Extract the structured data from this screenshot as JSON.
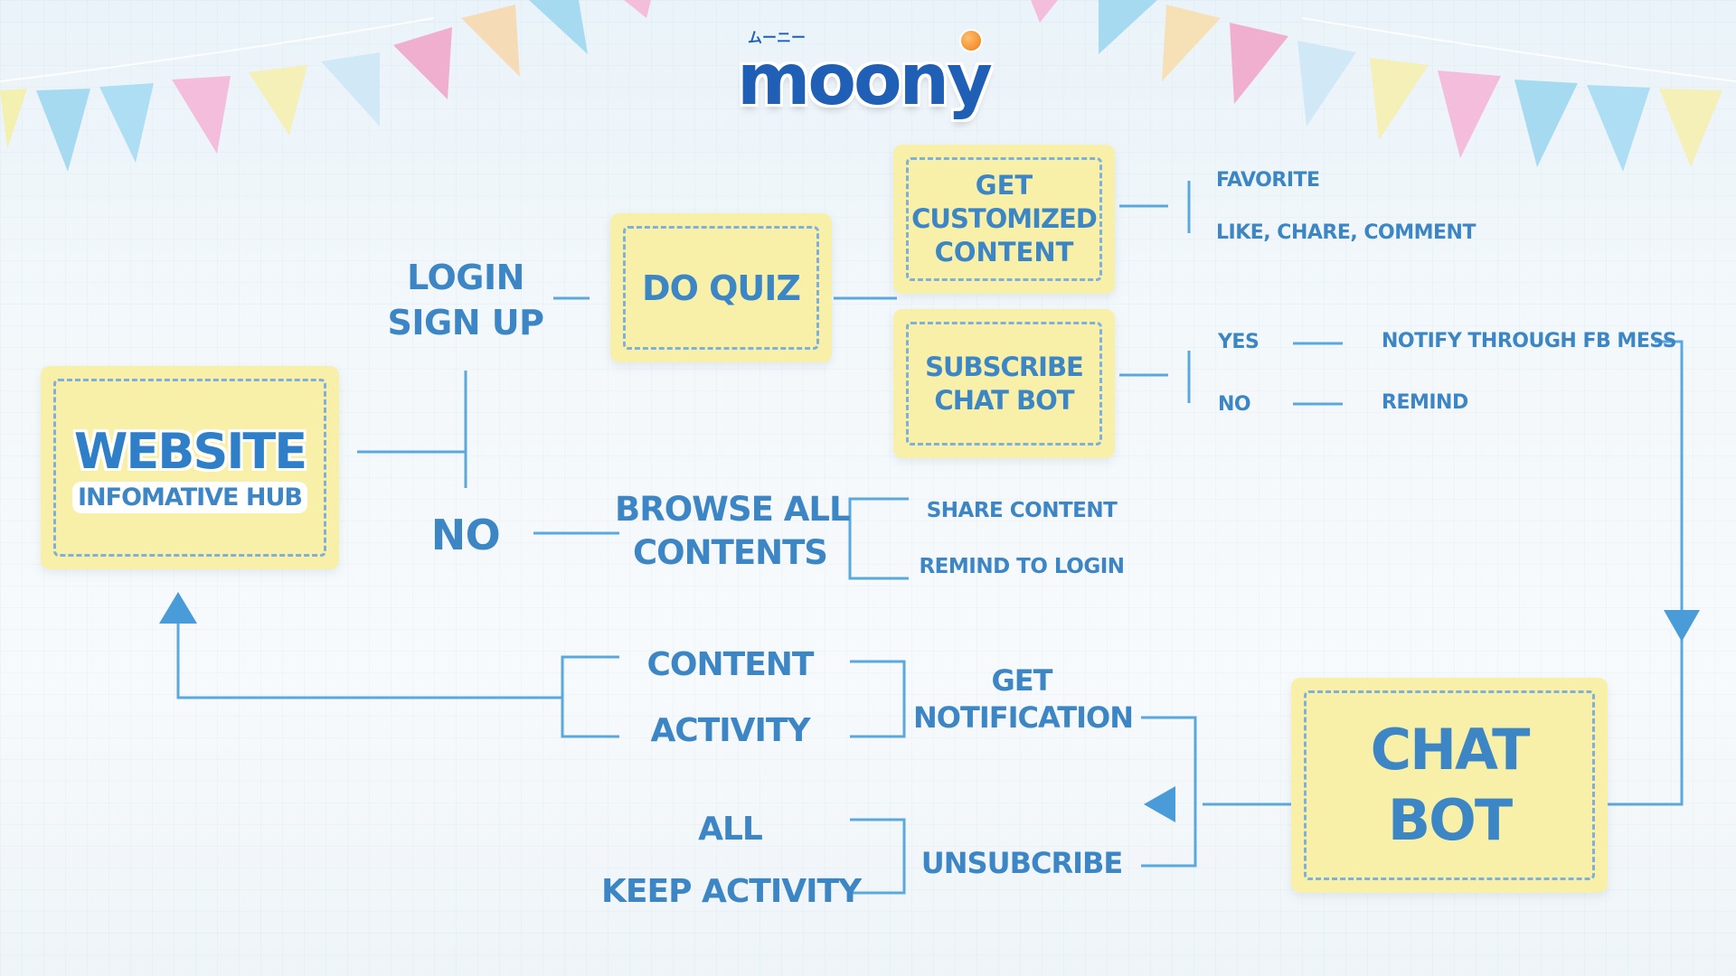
{
  "logo": {
    "brand": "moony",
    "kana": "ムーニー",
    "accent_color": "#f07a10"
  },
  "colors": {
    "box_fill": "#f8f0a8",
    "dash": "#7fb0da",
    "text": "#3d86c6",
    "line": "#5aa8dc"
  },
  "website": {
    "title": "WEBSITE",
    "subtitle": "INFOMATIVE HUB"
  },
  "branch_yes": {
    "line1": "LOGIN",
    "line2": "SIGN UP"
  },
  "branch_no": {
    "label": "NO"
  },
  "do_quiz": {
    "label": "DO QUIZ"
  },
  "customized": {
    "line1": "GET",
    "line2": "CUSTOMIZED",
    "line3": "CONTENT"
  },
  "customized_options": {
    "opt1": "FAVORITE",
    "opt2": "LIKE, CHARE, COMMENT"
  },
  "subscribe": {
    "line1": "SUBSCRIBE",
    "line2": "CHAT BOT"
  },
  "subscribe_options": {
    "yes": "YES",
    "yes_result": "NOTIFY THROUGH FB MESS",
    "no": "NO",
    "no_result": "REMIND"
  },
  "browse": {
    "line1": "BROWSE ALL",
    "line2": "CONTENTS"
  },
  "browse_options": {
    "opt1": "SHARE CONTENT",
    "opt2": "REMIND TO LOGIN"
  },
  "chatbot": {
    "line1": "CHAT",
    "line2": "BOT"
  },
  "notification": {
    "line1": "GET",
    "line2": "NOTIFICATION",
    "opt1": "CONTENT",
    "opt2": "ACTIVITY"
  },
  "unsubscribe": {
    "label": "UNSUBCRIBE",
    "opt1": "ALL",
    "opt2": "KEEP ACTIVITY"
  }
}
